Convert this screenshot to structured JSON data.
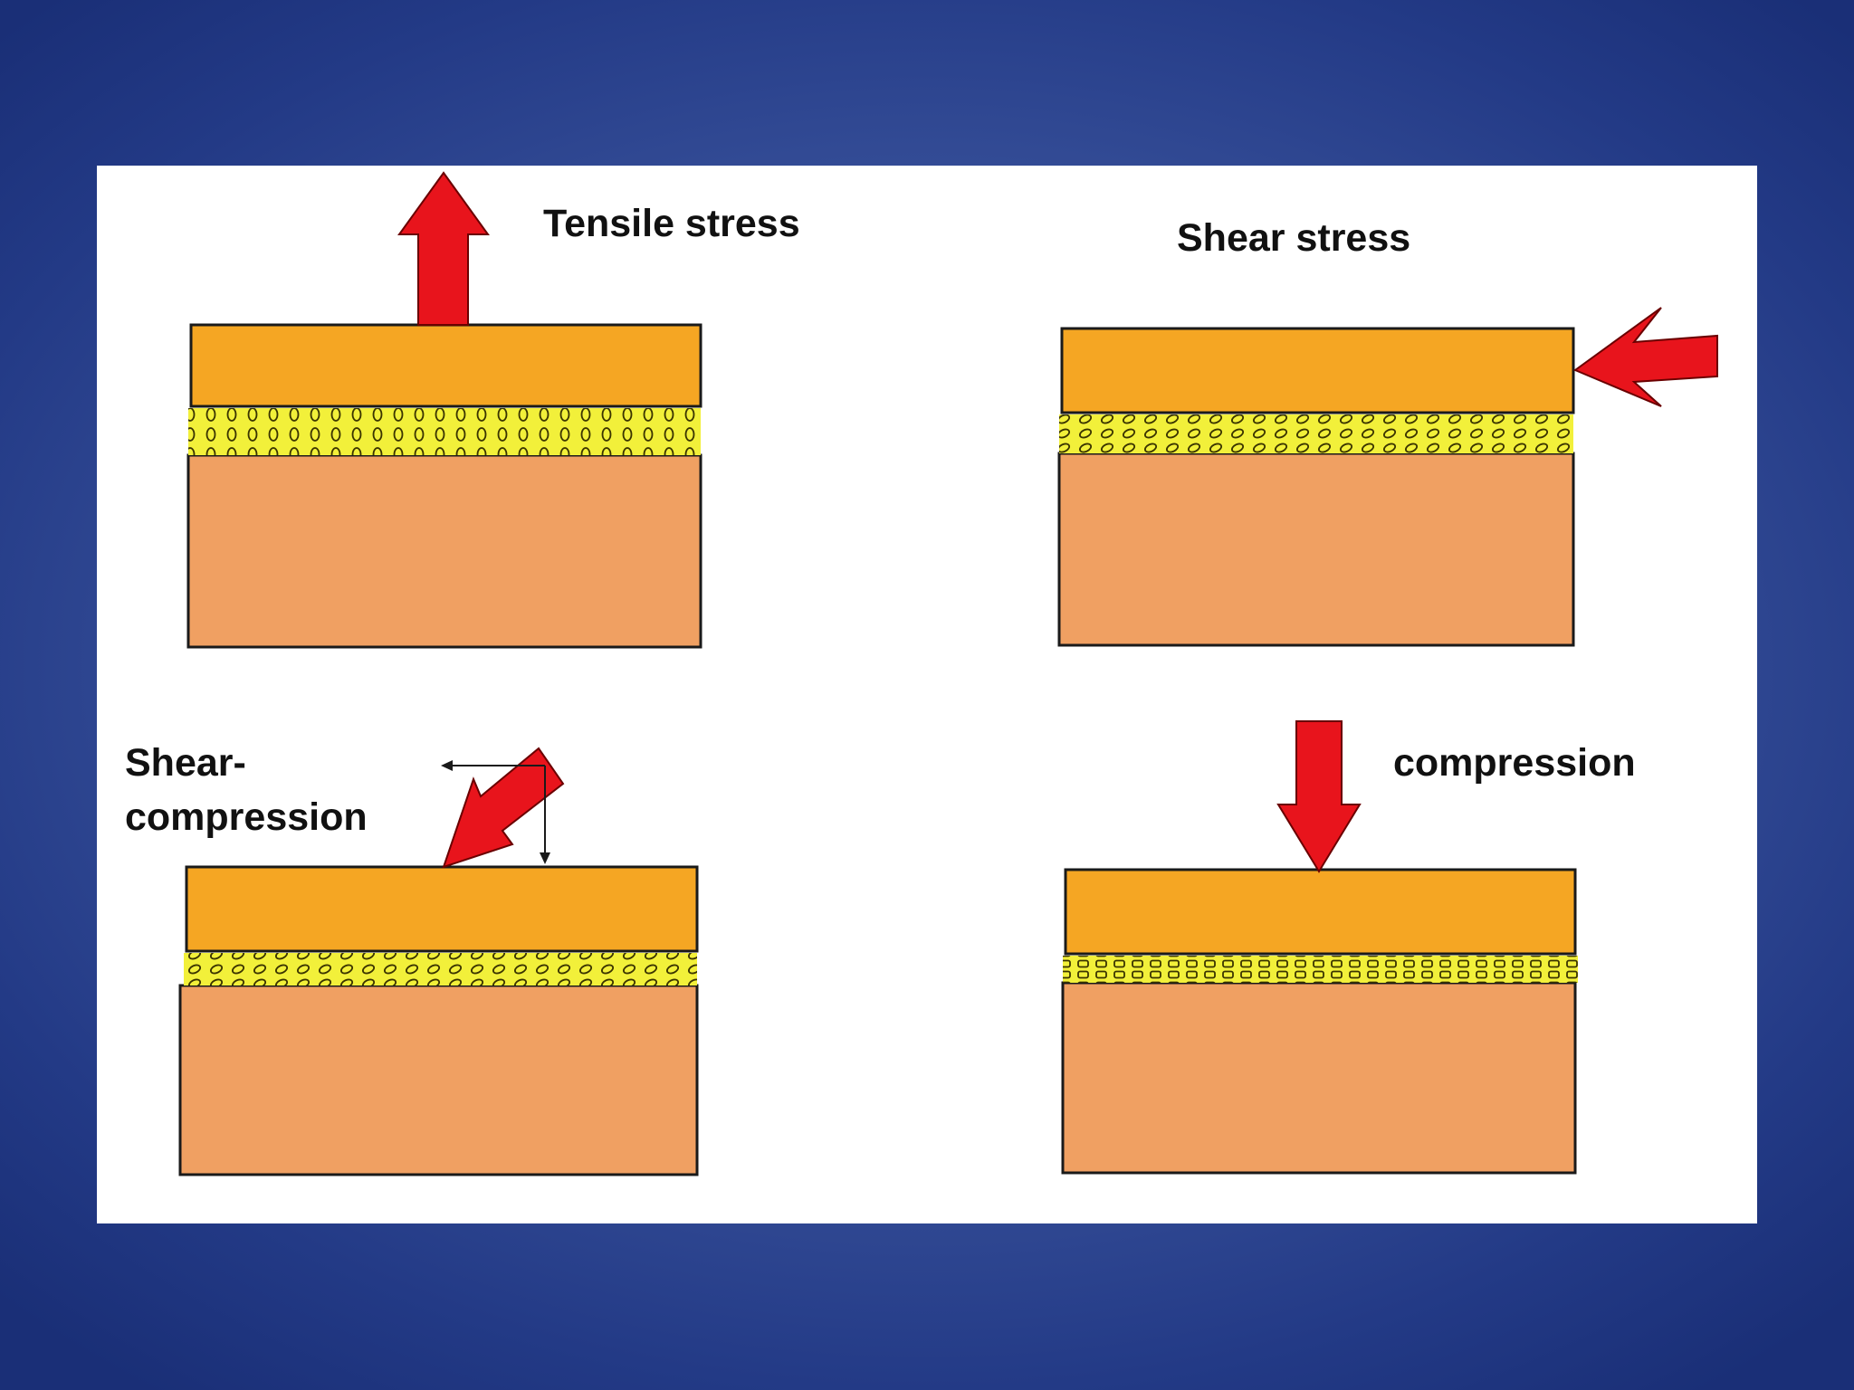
{
  "panels": [
    {
      "id": "tensile",
      "label": "Tensile stress"
    },
    {
      "id": "shear",
      "label": "Shear stress"
    },
    {
      "id": "shear-compression",
      "label_line1": "Shear-",
      "label_line2": "compression"
    },
    {
      "id": "compression",
      "label": "compression"
    }
  ],
  "colors": {
    "background": "#2f4a96",
    "panel": "#ffffff",
    "top_layer": "#f5a623",
    "bottom_layer": "#f0a062",
    "adhesive_layer": "#f2f03a",
    "arrow": "#e8141c",
    "outline": "#1a1a1a"
  }
}
